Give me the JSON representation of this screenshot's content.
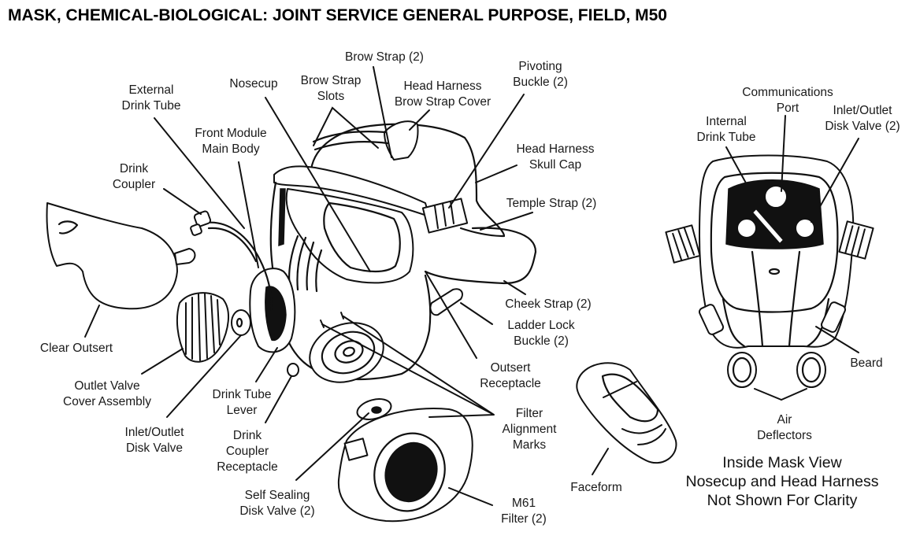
{
  "title": "MASK, CHEMICAL-BIOLOGICAL: JOINT SERVICE GENERAL PURPOSE, FIELD, M50",
  "labels": {
    "brow_strap": [
      "Brow Strap (2)"
    ],
    "nosecup": [
      "Nosecup"
    ],
    "brow_strap_slots": [
      "Brow Strap",
      "Slots"
    ],
    "head_harness_brow_strap_cover": [
      "Head Harness",
      "Brow Strap Cover"
    ],
    "pivoting_buckle": [
      "Pivoting",
      "Buckle (2)"
    ],
    "external_drink_tube": [
      "External",
      "Drink Tube"
    ],
    "front_module_main_body": [
      "Front Module",
      "Main Body"
    ],
    "head_harness_skull_cap": [
      "Head Harness",
      "Skull Cap"
    ],
    "drink_coupler": [
      "Drink",
      "Coupler"
    ],
    "temple_strap": [
      "Temple Strap (2)"
    ],
    "cheek_strap": [
      "Cheek Strap (2)"
    ],
    "ladder_lock_buckle": [
      "Ladder Lock",
      "Buckle (2)"
    ],
    "clear_outsert": [
      "Clear Outsert"
    ],
    "outsert_receptacle": [
      "Outsert",
      "Receptacle"
    ],
    "outlet_valve_cover_assembly": [
      "Outlet Valve",
      "Cover Assembly"
    ],
    "drink_tube_lever": [
      "Drink Tube",
      "Lever"
    ],
    "filter_alignment_marks": [
      "Filter",
      "Alignment",
      "Marks"
    ],
    "inlet_outlet_disk_valve": [
      "Inlet/Outlet",
      "Disk Valve"
    ],
    "drink_coupler_receptacle": [
      "Drink",
      "Coupler",
      "Receptacle"
    ],
    "self_sealing_disk_valve": [
      "Self Sealing",
      "Disk Valve (2)"
    ],
    "m61_filter": [
      "M61",
      "Filter (2)"
    ],
    "faceform": [
      "Faceform"
    ],
    "communications_port": [
      "Communications",
      "Port"
    ],
    "internal_drink_tube": [
      "Internal",
      "Drink Tube"
    ],
    "inlet_outlet_disk_valve_inside": [
      "Inlet/Outlet",
      "Disk Valve (2)"
    ],
    "beard": [
      "Beard"
    ],
    "air_deflectors": [
      "Air",
      "Deflectors"
    ]
  },
  "caption": [
    "Inside Mask View",
    "Nosecup and Head Harness",
    "Not Shown For Clarity"
  ]
}
